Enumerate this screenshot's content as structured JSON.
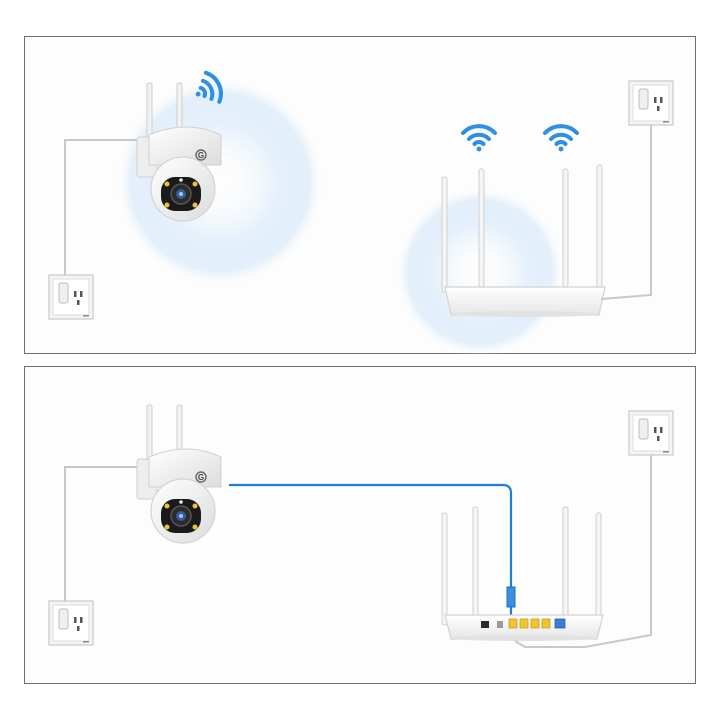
{
  "diagram": {
    "panels": [
      {
        "id": "wireless",
        "connection": "wifi",
        "devices": [
          "camera",
          "router",
          "power-socket",
          "power-socket"
        ]
      },
      {
        "id": "wired",
        "connection": "ethernet-cable",
        "devices": [
          "camera",
          "router",
          "power-socket",
          "power-socket"
        ]
      }
    ],
    "camera_logo": "G"
  },
  "colors": {
    "border": "#6f6f6f",
    "wifi_blue": "#2f8fe0",
    "halo_blue": "#cfe4f7",
    "cable_blue": "#1e7fd6",
    "port_yellow": "#f2c230",
    "port_blue": "#3a7bd5",
    "device_white": "#f7f7f7",
    "wire_gray": "#c8c8c8"
  },
  "icons": [
    "wifi-icon",
    "camera-icon",
    "router-icon",
    "power-socket-icon",
    "ethernet-cable-icon"
  ]
}
